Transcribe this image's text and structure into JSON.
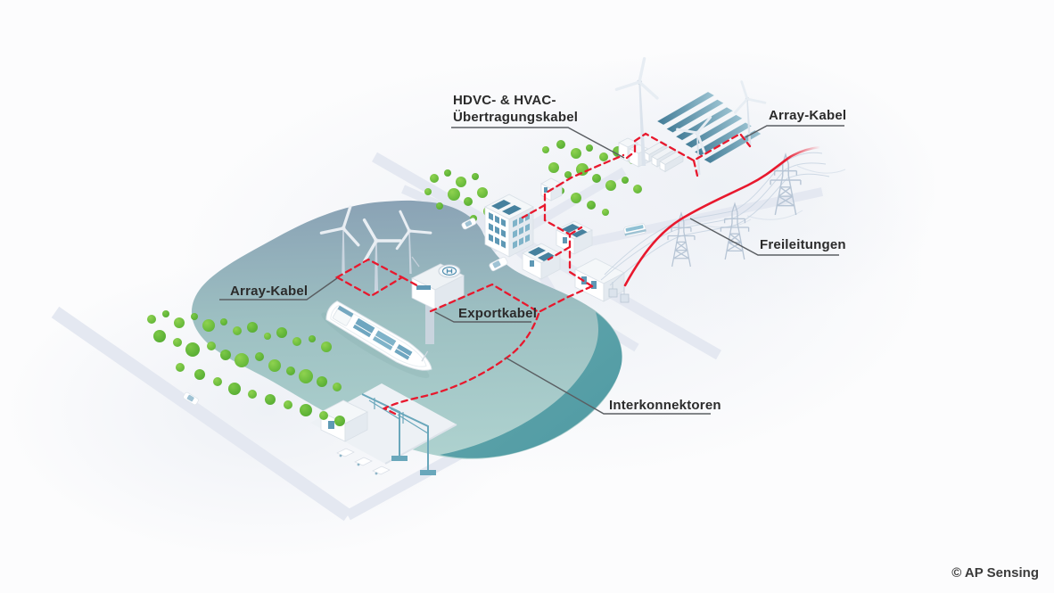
{
  "callouts": {
    "transmission_cable": {
      "line1": "HDVC- & HVAC-",
      "line2": "Übertragungskabel"
    },
    "array_cable_right": {
      "text": "Array-Kabel"
    },
    "overhead_lines": {
      "text": "Freileitungen"
    },
    "array_cable_left": {
      "text": "Array-Kabel"
    },
    "export_cable": {
      "text": "Exportkabel"
    },
    "interconnectors": {
      "text": "Interkonnektoren"
    }
  },
  "copyright": "© AP Sensing",
  "colors": {
    "cable_red": "#e8182d",
    "water_top": "#8aa2b5",
    "water_bottom": "#aed2cf",
    "water_deep_edge": "#57a0a8",
    "tree_green": "#6abe3d",
    "accent_teal": "#4a8bad",
    "street": "#e4e8f1",
    "label_text": "#2b2b2b",
    "leader_line": "#5a5e62"
  }
}
